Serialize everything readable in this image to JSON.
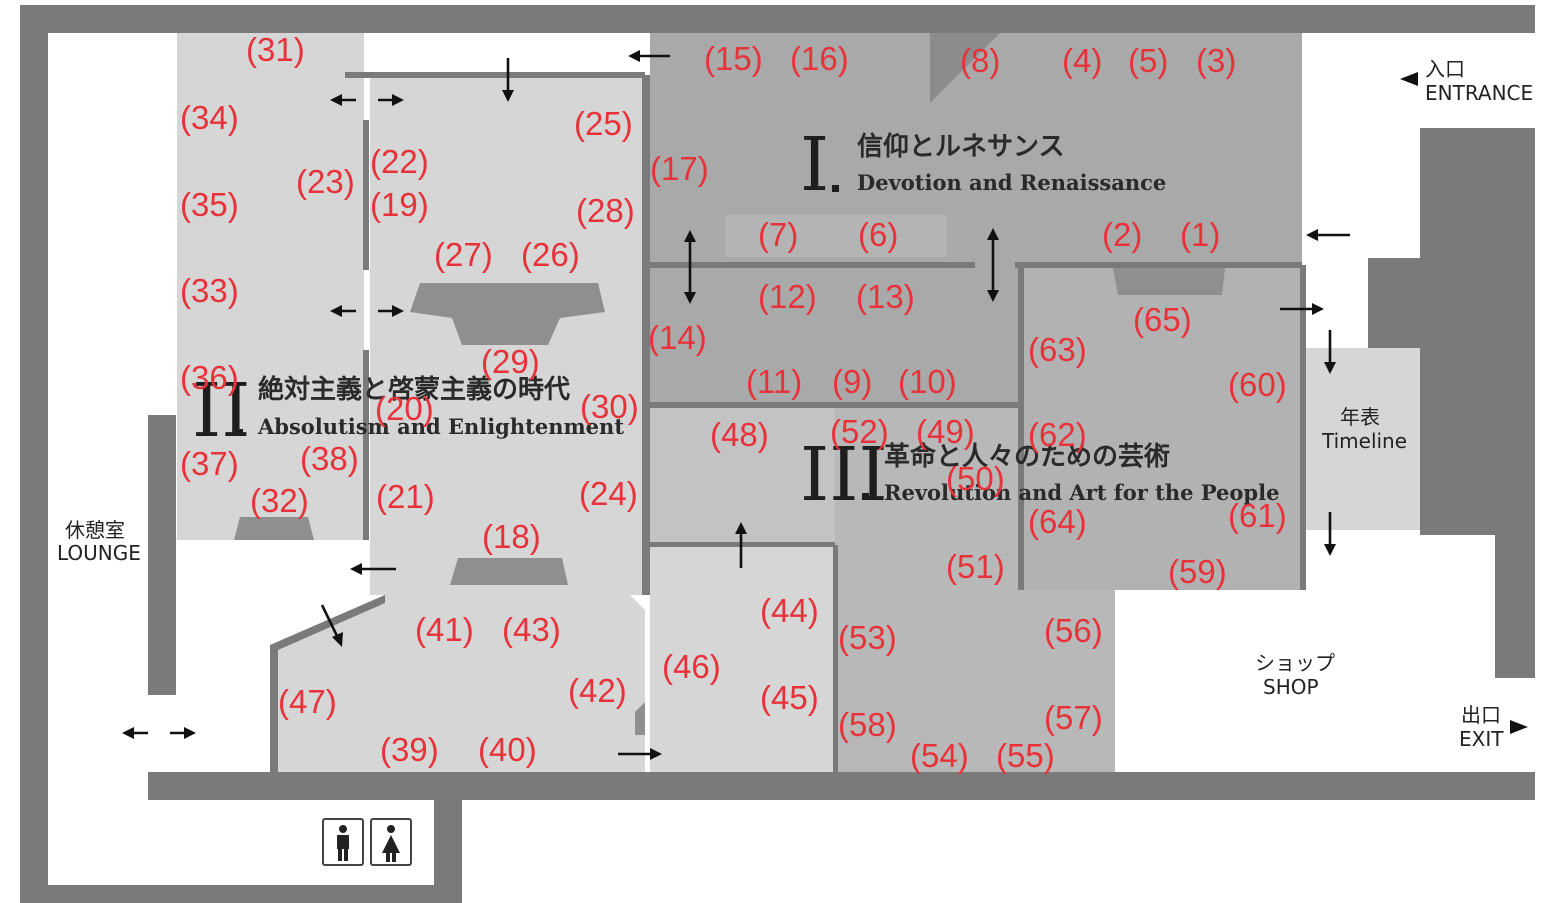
{
  "map": {
    "colors": {
      "wall": "#7a7a7a",
      "room_light": "#d6d6d6",
      "room_mid": "#c3c3c3",
      "room_dark": "#a9a9a9",
      "marker": "#e8323a"
    },
    "sections": [
      {
        "numeral": "I",
        "title_jp": "信仰とルネサンス",
        "title_en": "Devotion and Renaissance"
      },
      {
        "numeral": "II",
        "title_jp": "絶対主義と啓蒙主義の時代",
        "title_en": "Absolutism and Enlightenment"
      },
      {
        "numeral": "III",
        "title_jp": "革命と人々のための芸術",
        "title_en": "Revolution and Art for the People"
      }
    ],
    "places": {
      "entrance_jp": "入口",
      "entrance_en": "ENTRANCE",
      "exit_jp": "出口",
      "exit_en": "EXIT",
      "lounge_jp": "休憩室",
      "lounge_en": "LOUNGE",
      "shop_jp": "ショップ",
      "shop_en": "SHOP",
      "timeline_jp": "年表",
      "timeline_en": "Timeline"
    },
    "markers": [
      "(1)",
      "(2)",
      "(3)",
      "(4)",
      "(5)",
      "(6)",
      "(7)",
      "(8)",
      "(9)",
      "(10)",
      "(11)",
      "(12)",
      "(13)",
      "(14)",
      "(15)",
      "(16)",
      "(17)",
      "(18)",
      "(19)",
      "(20)",
      "(21)",
      "(22)",
      "(23)",
      "(24)",
      "(25)",
      "(26)",
      "(27)",
      "(28)",
      "(29)",
      "(30)",
      "(31)",
      "(32)",
      "(33)",
      "(34)",
      "(35)",
      "(36)",
      "(37)",
      "(38)",
      "(39)",
      "(40)",
      "(41)",
      "(42)",
      "(43)",
      "(44)",
      "(45)",
      "(46)",
      "(47)",
      "(48)",
      "(49)",
      "(50)",
      "(51)",
      "(52)",
      "(53)",
      "(54)",
      "(55)",
      "(56)",
      "(57)",
      "(58)",
      "(59)",
      "(60)",
      "(61)",
      "(62)",
      "(63)",
      "(64)",
      "(65)"
    ],
    "icons": [
      "restroom-men-icon",
      "restroom-women-icon",
      "direction-arrow-icon"
    ]
  }
}
